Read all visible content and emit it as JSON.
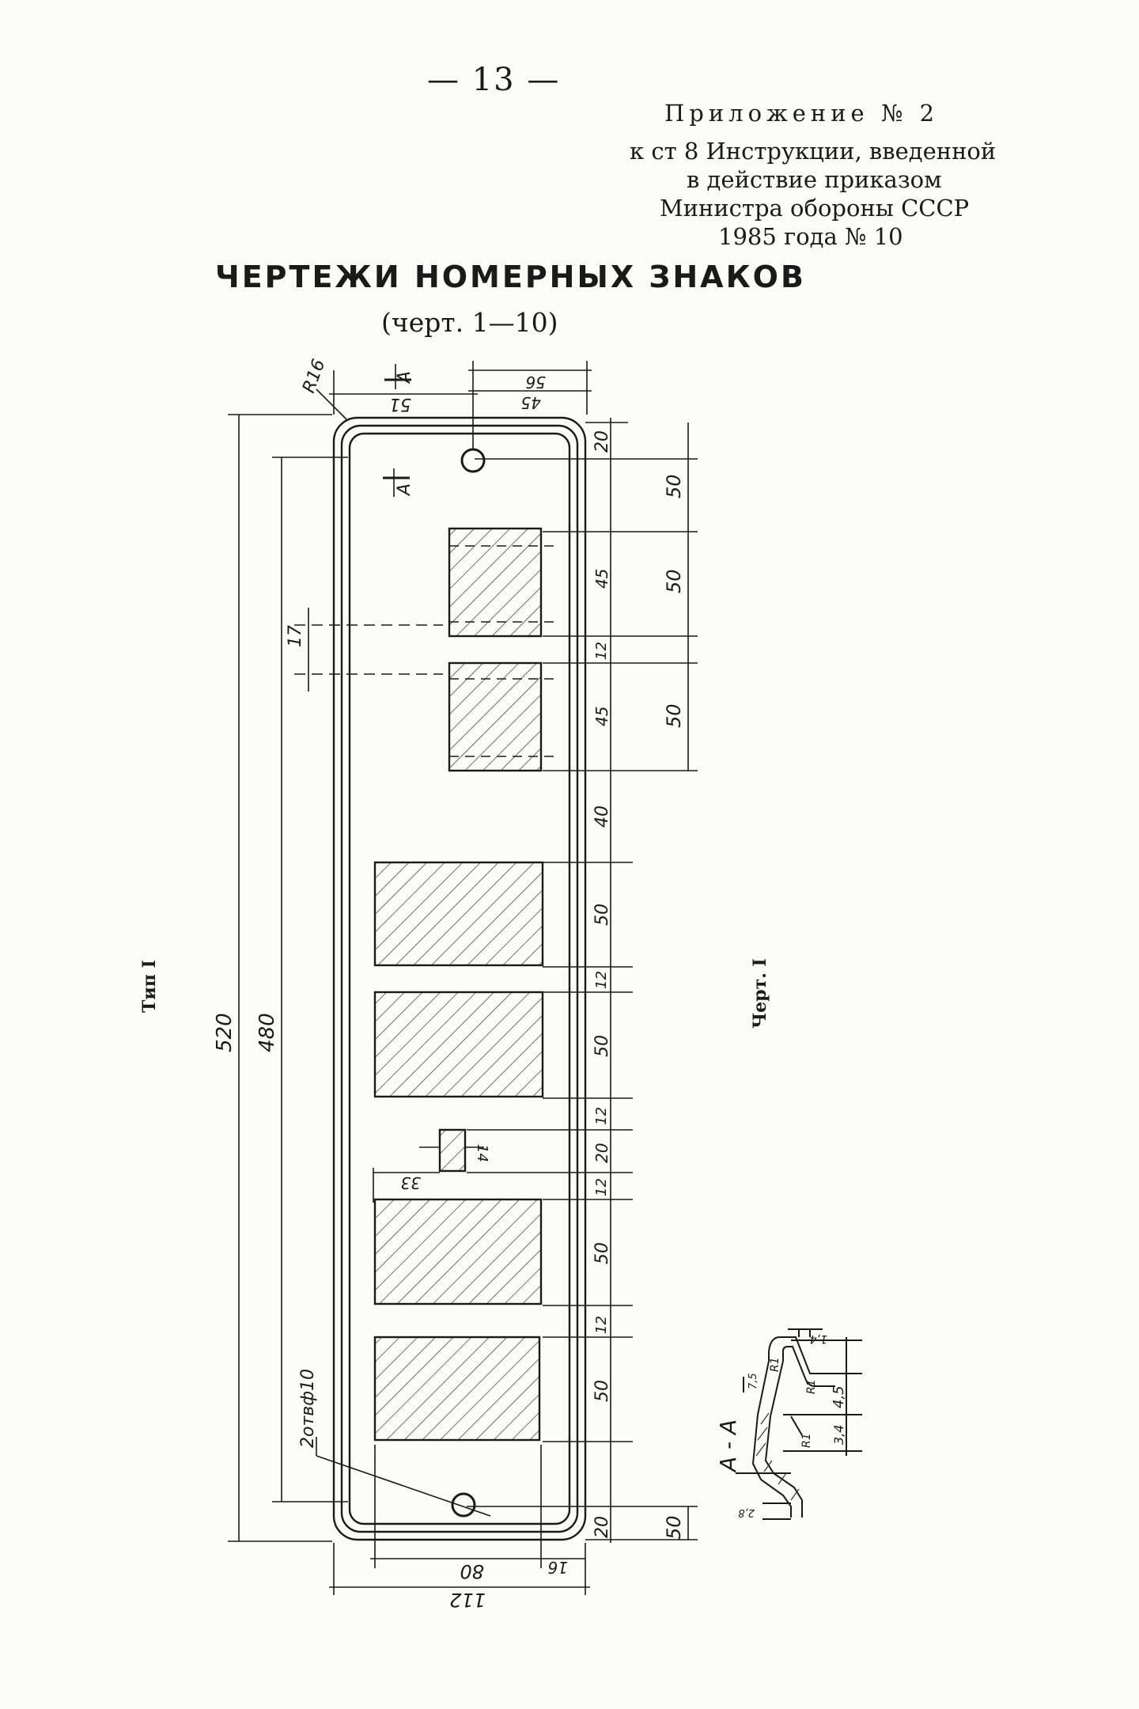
{
  "page_number": "— 13 —",
  "appendix": {
    "title": "Приложение № 2",
    "line1": "к ст 8 Инструкции, введенной",
    "line2": "в действие приказом",
    "line3": "Министра обороны СССР",
    "line4": "1985 года № 10"
  },
  "title": "ЧЕРТЕЖИ НОМЕРНЫХ ЗНАКОВ",
  "subtitle": "(черт. 1—10)",
  "type_label": "Тип I",
  "figure_label": "Черт. I",
  "dimensions": {
    "d520": "520",
    "d480": "480",
    "d112": "112",
    "d80": "80",
    "d16": "16",
    "d51": "51",
    "d56": "56",
    "d45": "45",
    "r16": "R16",
    "d20": "20",
    "d50": "50",
    "d12": "12",
    "d40": "40",
    "c45": "45",
    "d17": "17",
    "d14": "14",
    "d33": "33",
    "holes": "2отвф10",
    "sec_A": "А",
    "section": "А - А",
    "s14": "1,4",
    "s45": "4,5",
    "s34": "3,4",
    "sR1": "R1",
    "s75": "7,5",
    "s28": "2,8"
  }
}
